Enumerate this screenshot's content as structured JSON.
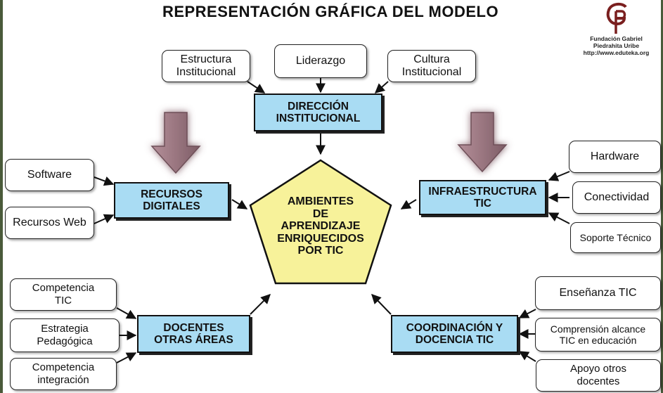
{
  "title": "REPRESENTACIÓN  GRÁFICA DEL MODELO",
  "logo": {
    "name": "logo-gp-icon",
    "text": "Fundación Gabriel\nPiedrahita Uribe\nhttp://www.eduteka.org"
  },
  "center": "AMBIENTES\nDE\nAPRENDIZAJE\nENRIQUECIDOS\nPOR TIC",
  "direccion": {
    "label": "DIRECCIÓN\nINSTITUCIONAL",
    "inputs": [
      "Estructura\nInstitucional",
      "Liderazgo",
      "Cultura\nInstitucional"
    ]
  },
  "recursos": {
    "label": "RECURSOS\nDIGITALES",
    "inputs": [
      "Software",
      "Recursos Web"
    ]
  },
  "infraestructura": {
    "label": "INFRAESTRUCTURA\nTIC",
    "inputs": [
      "Hardware",
      "Conectividad",
      "Soporte Técnico"
    ]
  },
  "docentes": {
    "label": "DOCENTES\nOTRAS ÁREAS",
    "inputs": [
      "Competencia\nTIC",
      "Estrategia\nPedagógica",
      "Competencia\nintegración"
    ]
  },
  "coordinacion": {
    "label": "COORDINACIÓN Y\nDOCENCIA TIC",
    "inputs": [
      "Enseñanza TIC",
      "Comprensión alcance\nTIC en educación",
      "Apoyo otros\ndocentes"
    ]
  },
  "colors": {
    "main_box": "#a9dcf3",
    "pentagon": "#f7f29a",
    "big_arrow": "#9a7680"
  }
}
